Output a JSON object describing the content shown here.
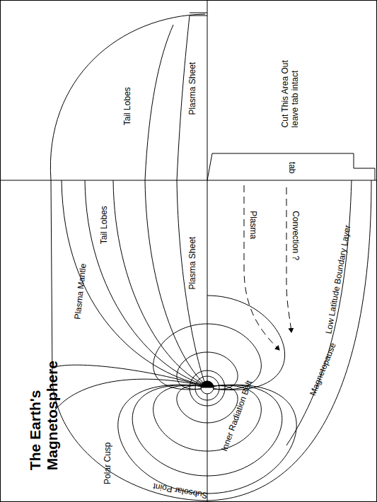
{
  "diagram": {
    "title": "The Earth's Magnetosphere",
    "labels": [
      "Tail Lobes",
      "Plasma Sheet",
      "Cut This Area Out leave tab intact",
      "tab",
      "Plasma Mantle",
      "Tail Lobes",
      "Plasma Sheet",
      "Plasma",
      "Convection ?",
      "Low Latitude Boundary Layer",
      "Inner Radiation Belt",
      "Magnetopause",
      "Polar Cusp",
      "Subsolar Point"
    ]
  }
}
